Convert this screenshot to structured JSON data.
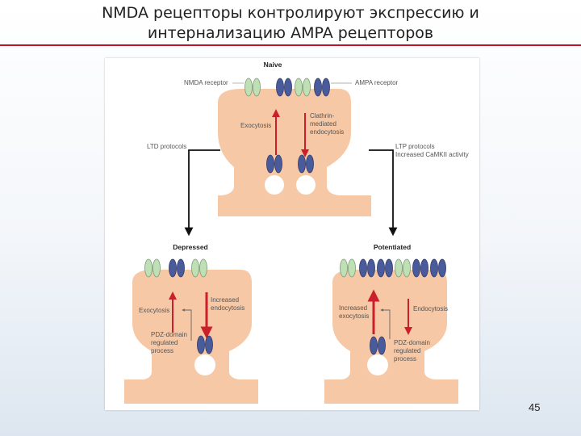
{
  "slide": {
    "title_line1": "NMDA рецепторы контролируют экспрессию и",
    "title_line2": "интернализацию AMPA рецепторов",
    "page_number": "45",
    "accent_color": "#c0102a"
  },
  "figure": {
    "colors": {
      "spine": "#f7c8a5",
      "nmda_receptor": "#bfe0b4",
      "ampa_receptor": "#4a5b9c",
      "arrow_red": "#cc1f2d"
    },
    "naive": {
      "title": "Naive",
      "nmda_label": "NMDA receptor",
      "ampa_label": "AMPA receptor",
      "exocytosis": "Exocytosis",
      "endocytosis_lines": [
        "Clathrin-",
        "mediated",
        "endocytosis"
      ]
    },
    "ltd": {
      "label": "LTD protocols"
    },
    "ltp": {
      "label_lines": [
        "LTP protocols",
        "Increased CaMKII activity"
      ]
    },
    "depressed": {
      "title": "Depressed",
      "exocytosis": "Exocytosis",
      "increased_endocytosis_lines": [
        "Increased",
        "endocytosis"
      ],
      "pdz_lines": [
        "PDZ-domain",
        "regulated",
        "process"
      ]
    },
    "potentiated": {
      "title": "Potentiated",
      "increased_exocytosis_lines": [
        "Increased",
        "exocytosis"
      ],
      "endocytosis": "Endocytosis",
      "pdz_lines": [
        "PDZ-domain",
        "regulated",
        "process"
      ]
    }
  }
}
